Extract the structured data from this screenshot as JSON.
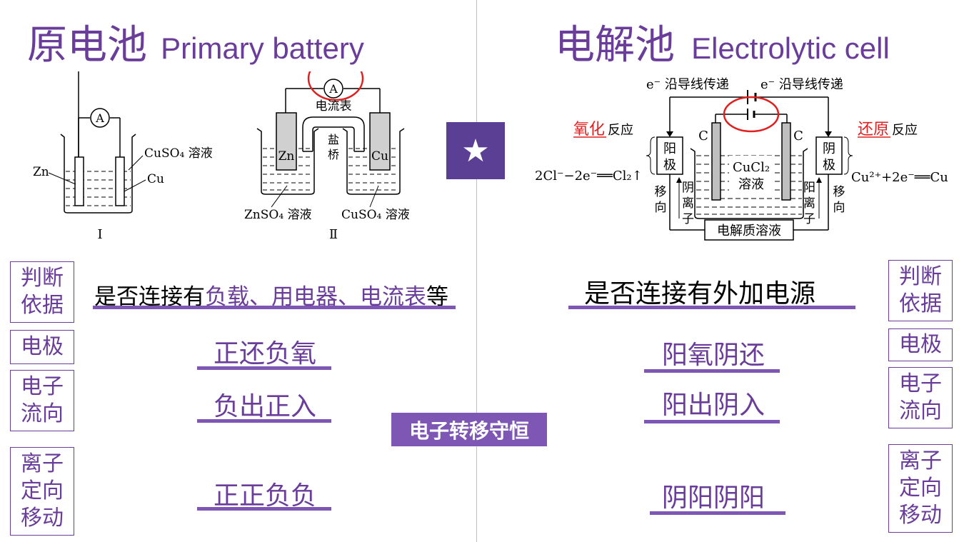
{
  "left": {
    "title_cn": "原电池",
    "title_en": "Primary battery",
    "basis_text_a": "是否连接有",
    "basis_text_b": "负载、用电器、电流表",
    "basis_text_c": "等",
    "answers": {
      "electrode": "正还负氧",
      "electron_flow": "负出正入",
      "ion_flow": "正正负负"
    },
    "figure1": {
      "ammeter": "A",
      "solution": "CuSO₄ 溶液",
      "zn": "Zn",
      "cu": "Cu",
      "label": "Ⅰ"
    },
    "figure2": {
      "ammeter": "A",
      "ammeter_label": "电流表",
      "salt_bridge_1": "盐",
      "salt_bridge_2": "桥",
      "zn": "Zn",
      "cu": "Cu",
      "sol_left": "ZnSO₄ 溶液",
      "sol_right": "CuSO₄ 溶液",
      "label": "Ⅱ"
    }
  },
  "right": {
    "title_cn": "电解池",
    "title_en": "Electrolytic cell",
    "basis_text": "是否连接有外加电源",
    "answers": {
      "electrode": "阳氧阴还",
      "electron_flow": "阳出阴入",
      "ion_flow": "阴阳阴阳"
    },
    "figure": {
      "e_left": "e⁻ 沿导线传递",
      "e_right": "e⁻ 沿导线传递",
      "oxidation_red": "氧化",
      "oxidation_rest": "反应",
      "reduction_red": "还原",
      "reduction_rest": "反应",
      "anode_1": "阳",
      "anode_2": "极",
      "cathode_1": "阴",
      "cathode_2": "极",
      "c_left": "C",
      "c_right": "C",
      "solution_1": "CuCl₂",
      "solution_2": "溶液",
      "anode_eq": "2Cl⁻−2e⁻══Cl₂↑",
      "cathode_eq": "Cu²⁺+2e⁻══Cu",
      "move_to_1": "移",
      "move_to_2": "向",
      "anion_1": "阴",
      "anion_2": "离",
      "anion_3": "子",
      "cation_1": "阳",
      "cation_2": "离",
      "cation_3": "子",
      "move_to_r1": "移",
      "move_to_r2": "向",
      "electrolyte": "电解质溶液"
    }
  },
  "labels": {
    "basis_1": "判断",
    "basis_2": "依据",
    "electrode": "电极",
    "electron_1": "电子",
    "electron_2": "流向",
    "ion_1": "离子",
    "ion_2": "定向",
    "ion_3": "移动"
  },
  "center": {
    "star": "★",
    "conservation": "电子转移守恒"
  },
  "colors": {
    "accent": "#6a3d9a",
    "underline": "#7e57b4",
    "highlight_red": "#e02020"
  }
}
